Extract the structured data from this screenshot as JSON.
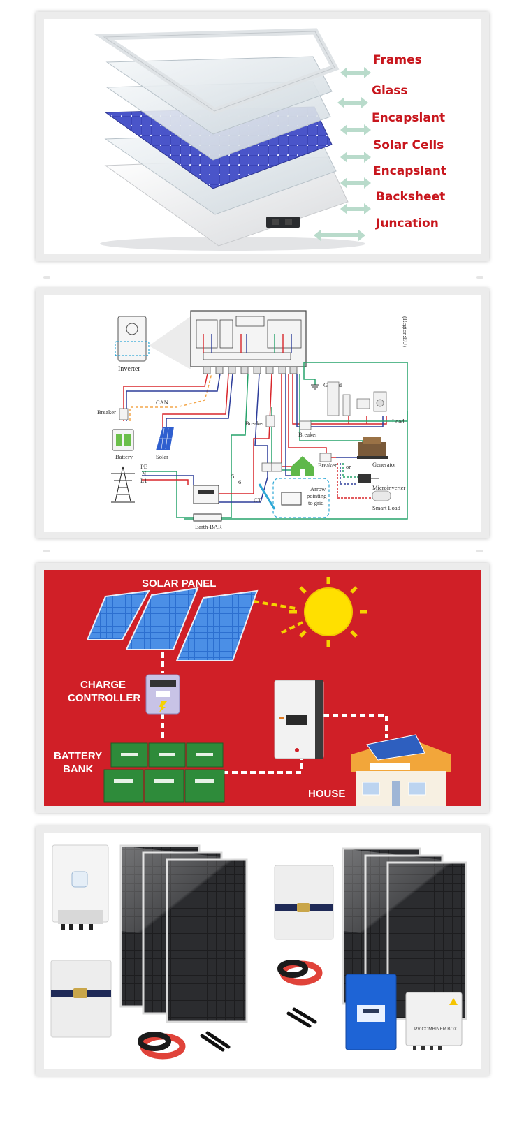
{
  "layers_panel": {
    "labels": [
      "Frames",
      "Glass",
      "Encapslant",
      "Solar Cells",
      "Encapslant",
      "Backsheet",
      "Juncation"
    ]
  },
  "wiring_panel": {
    "region": "(Region:EU)",
    "inverter": "Inverter",
    "breaker_left": "Breaker",
    "can": "CAN",
    "battery": "Battery",
    "solar": "Solar",
    "grid_pen": "PE",
    "grid_n": "N",
    "grid_l1": "L1",
    "breaker_mid": "Breaker",
    "breaker_load": "Breaker",
    "breaker_gen": "Breaker",
    "ground": "Ground",
    "load": "Load",
    "generator": "Generator",
    "or": "or",
    "microinverter": "Microinverter",
    "smart_load": "Smart Load",
    "ct": "CT",
    "arrow_note_1": "Arrow",
    "arrow_note_2": "pointing",
    "arrow_note_3": "to grid",
    "earth_bar": "Earth-BAR",
    "wire_5": "5",
    "wire_6": "6"
  },
  "system_panel": {
    "solar_panel": "SOLAR PANEL",
    "charge_controller_1": "CHARGE",
    "charge_controller_2": "CONTROLLER",
    "battery_bank_1": "BATTERY",
    "battery_bank_2": "BANK",
    "house": "HOUSE"
  },
  "products_panel": {
    "combiner_box": "PV COMBINER BOX"
  },
  "colors": {
    "label_red": "#c8161d",
    "panel_red": "#d01f27",
    "cell_blue": "#3c46b8",
    "wire_green": "#27a36b",
    "wire_red": "#d8262b",
    "wire_blue": "#2d3d9a",
    "can_orange": "#f3a64a"
  }
}
